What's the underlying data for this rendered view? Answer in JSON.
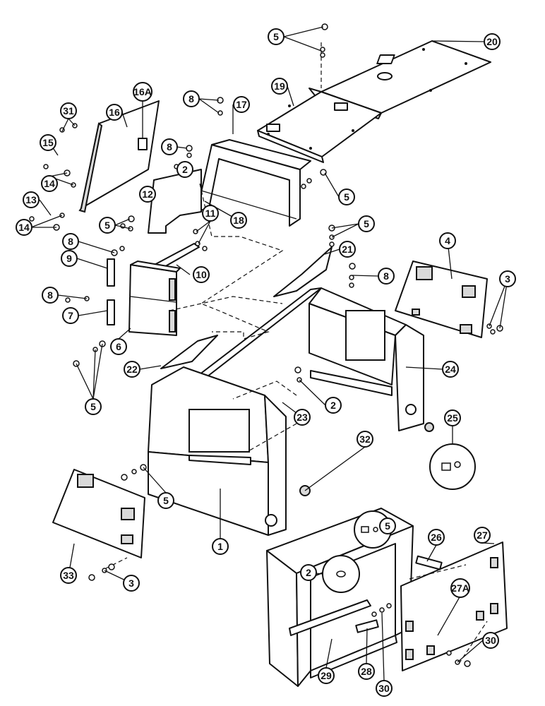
{
  "callouts": [
    {
      "label": "5"
    },
    {
      "label": "20"
    },
    {
      "label": "19"
    },
    {
      "label": "8"
    },
    {
      "label": "17"
    },
    {
      "label": "31"
    },
    {
      "label": "16"
    },
    {
      "label": "16A"
    },
    {
      "label": "15"
    },
    {
      "label": "8"
    },
    {
      "label": "2"
    },
    {
      "label": "14"
    },
    {
      "label": "5"
    },
    {
      "label": "12"
    },
    {
      "label": "13"
    },
    {
      "label": "5"
    },
    {
      "label": "11"
    },
    {
      "label": "18"
    },
    {
      "label": "14"
    },
    {
      "label": "8"
    },
    {
      "label": "5"
    },
    {
      "label": "9"
    },
    {
      "label": "10"
    },
    {
      "label": "21"
    },
    {
      "label": "4"
    },
    {
      "label": "8"
    },
    {
      "label": "8"
    },
    {
      "label": "3"
    },
    {
      "label": "7"
    },
    {
      "label": "6"
    },
    {
      "label": "24"
    },
    {
      "label": "22"
    },
    {
      "label": "5"
    },
    {
      "label": "2"
    },
    {
      "label": "23"
    },
    {
      "label": "25"
    },
    {
      "label": "32"
    },
    {
      "label": "5"
    },
    {
      "label": "1"
    },
    {
      "label": "5"
    },
    {
      "label": "27"
    },
    {
      "label": "26"
    },
    {
      "label": "33"
    },
    {
      "label": "2"
    },
    {
      "label": "3"
    },
    {
      "label": "27A"
    },
    {
      "label": "30"
    },
    {
      "label": "29"
    },
    {
      "label": "28"
    },
    {
      "label": "30"
    }
  ]
}
